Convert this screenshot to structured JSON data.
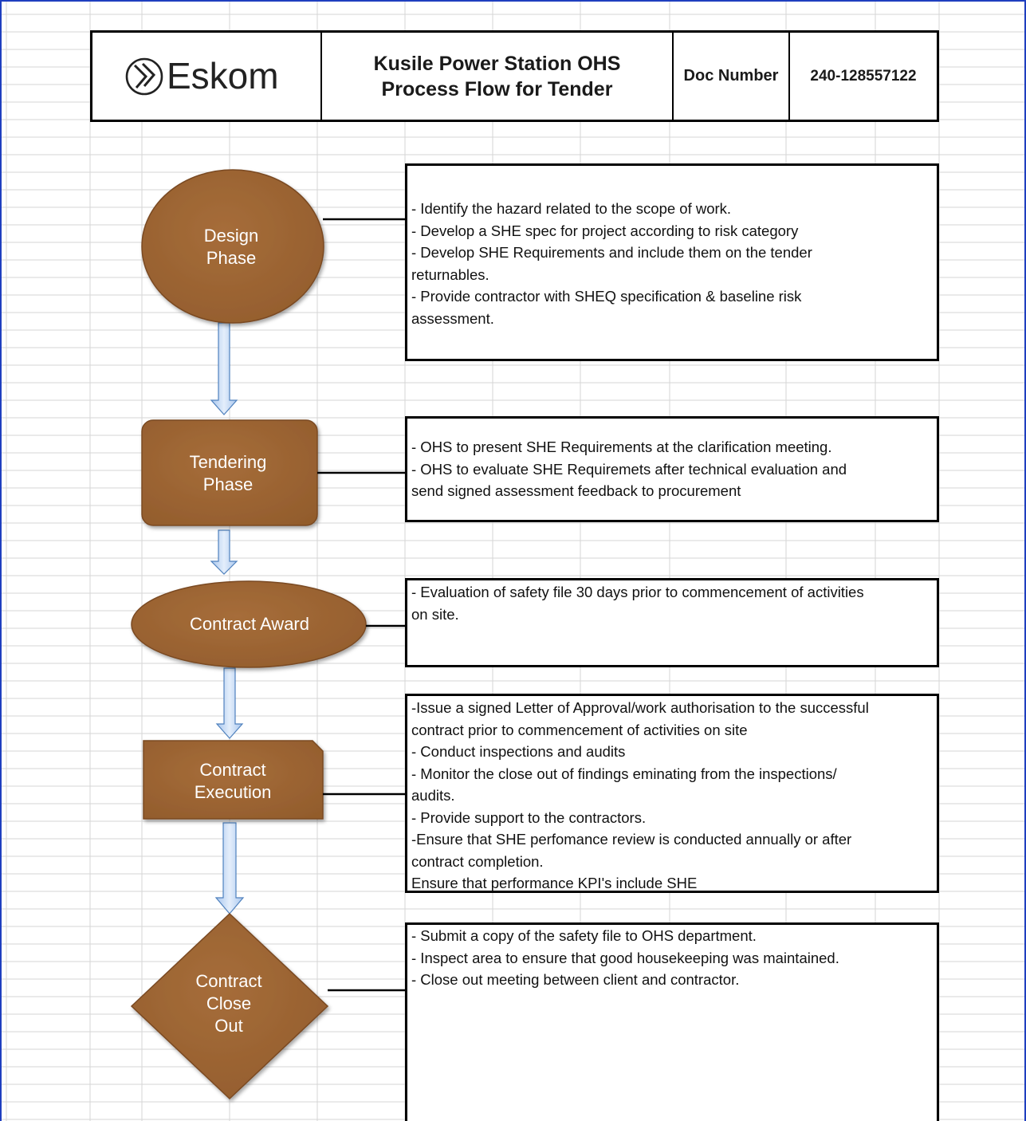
{
  "header": {
    "logo_text": "Eskom",
    "title_line1": "Kusile Power Station OHS",
    "title_line2": "Process Flow for Tender",
    "doc_number_label": "Doc Number",
    "doc_number_value": "240-128557122"
  },
  "colors": {
    "shape_fill": "#9e6534",
    "shape_border": "#7a4a22",
    "arrow_fill": "#c9dcf5",
    "arrow_stroke": "#4f81bd",
    "gridline": "#d6d6d6",
    "sheet_border": "#1f3fbf"
  },
  "phases": [
    {
      "id": "design",
      "shape": "ellipse",
      "label_lines": [
        "Design",
        "Phase"
      ],
      "details": [
        "- Identify the hazard related to the scope of work.",
        "- Develop a SHE spec for project according to risk category",
        "- Develop SHE Requirements and include them on the  tender",
        "returnables.",
        "- Provide contractor with SHEQ specification & baseline risk",
        "assessment."
      ]
    },
    {
      "id": "tendering",
      "shape": "rounded-rectangle",
      "label_lines": [
        "Tendering",
        "Phase"
      ],
      "details": [
        "- OHS to present SHE Requirements at the clarification meeting.",
        "- OHS to evaluate SHE Requiremets after technical evaluation and",
        "send signed assessment feedback to procurement"
      ]
    },
    {
      "id": "award",
      "shape": "ellipse",
      "label_lines": [
        "Contract Award"
      ],
      "details": [
        "- Evaluation of safety file 30 days prior to commencement of activities",
        "on site."
      ]
    },
    {
      "id": "execution",
      "shape": "snipped-rectangle",
      "label_lines": [
        "Contract",
        "Execution"
      ],
      "details": [
        "-Issue a signed Letter of Approval/work authorisation to the successful",
        "contract prior to commencement of activities on site",
        "- Conduct inspections and audits",
        "- Monitor the close out of findings eminating from the inspections/",
        "audits.",
        "- Provide support to the contractors.",
        "-Ensure that SHE perfomance review is conducted annually or after",
        "contract completion.",
        "Ensure that performance KPI's include SHE"
      ]
    },
    {
      "id": "closeout",
      "shape": "diamond",
      "label_lines": [
        "Contract",
        "Close",
        "Out"
      ],
      "details": [
        "- Submit a copy of the  safety file to OHS department.",
        "- Inspect area to ensure that good housekeeping was maintained.",
        "- Close out meeting between  client and contractor."
      ]
    }
  ]
}
